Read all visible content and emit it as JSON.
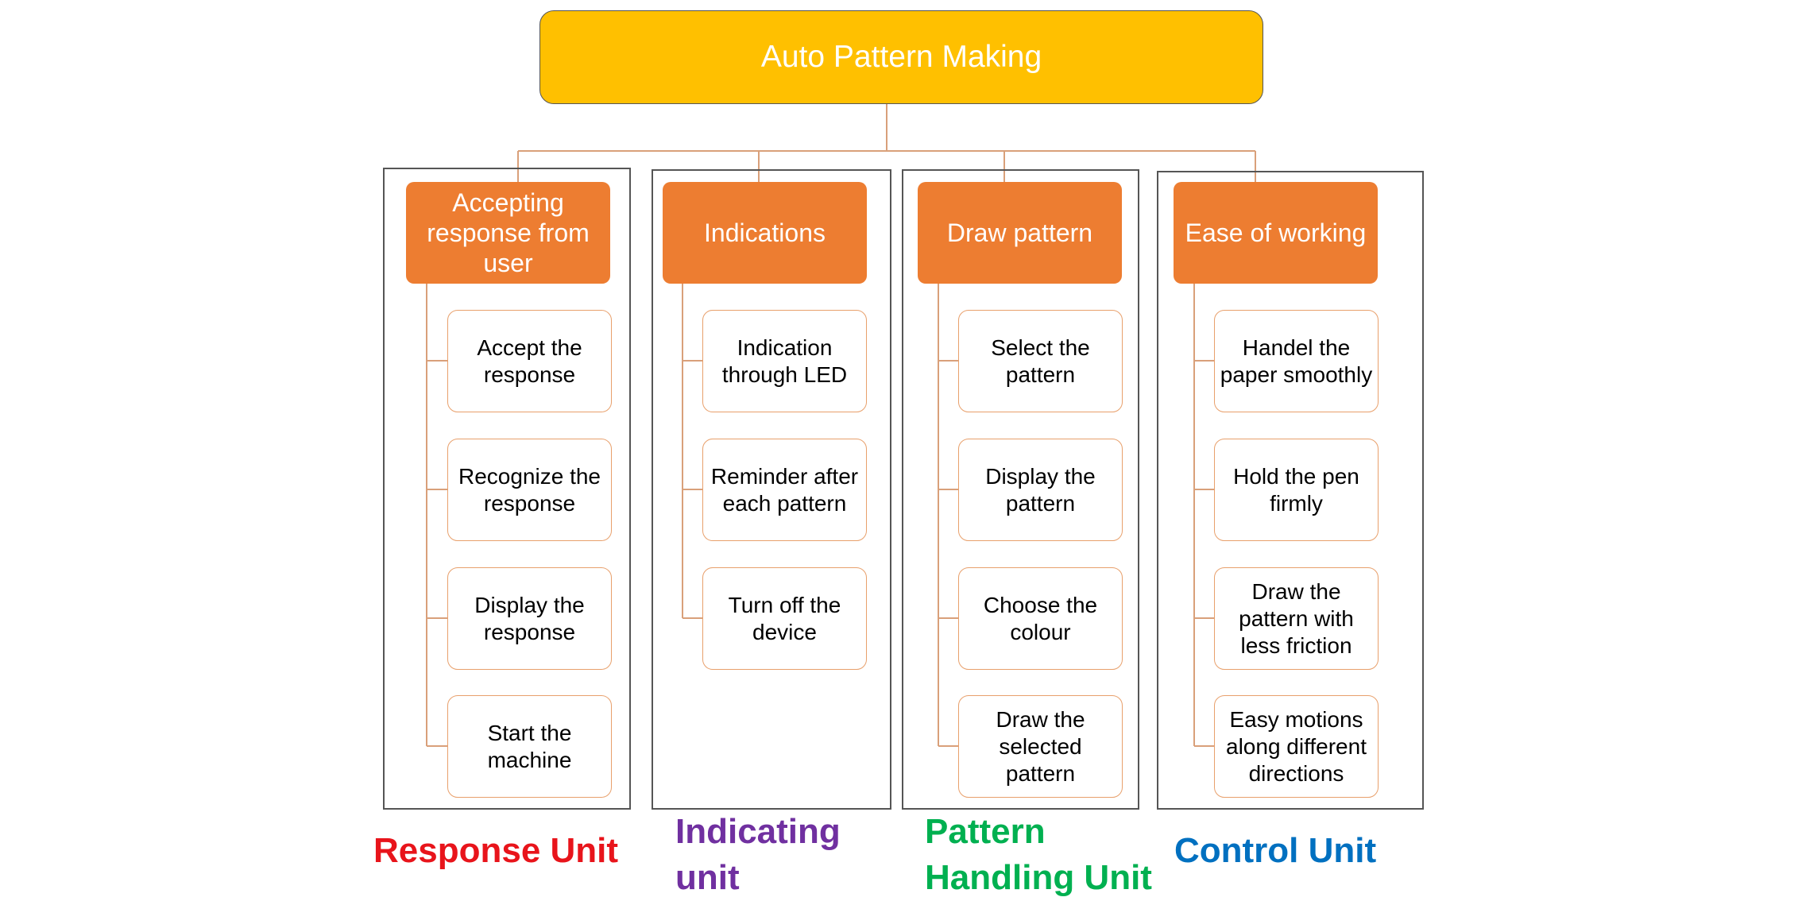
{
  "diagram": {
    "root": "Auto Pattern Making",
    "columns": [
      {
        "category": "Accepting response from user",
        "tasks": [
          "Accept the response",
          "Recognize the response",
          "Display the response",
          "Start the machine"
        ],
        "unit_label": "Response Unit",
        "unit_color": "#e8141b"
      },
      {
        "category": "Indications",
        "tasks": [
          "Indication through LED",
          "Reminder after each pattern",
          "Turn off the device"
        ],
        "unit_label": "Indicating unit",
        "unit_color": "#7030a0"
      },
      {
        "category": "Draw pattern",
        "tasks": [
          "Select the pattern",
          "Display the pattern",
          "Choose the colour",
          "Draw the selected pattern"
        ],
        "unit_label": "Pattern Handling Unit",
        "unit_color": "#00b050"
      },
      {
        "category": "Ease of working",
        "tasks": [
          "Handel the paper smoothly",
          "Hold the pen firmly",
          "Draw the pattern with less friction",
          "Easy motions along different directions"
        ],
        "unit_label": "Control Unit",
        "unit_color": "#0070c0"
      }
    ],
    "colors": {
      "root_fill": "#ffc000",
      "category_fill": "#ed7d31",
      "task_border": "#e8a06c",
      "connector": "#d9a07a"
    }
  }
}
